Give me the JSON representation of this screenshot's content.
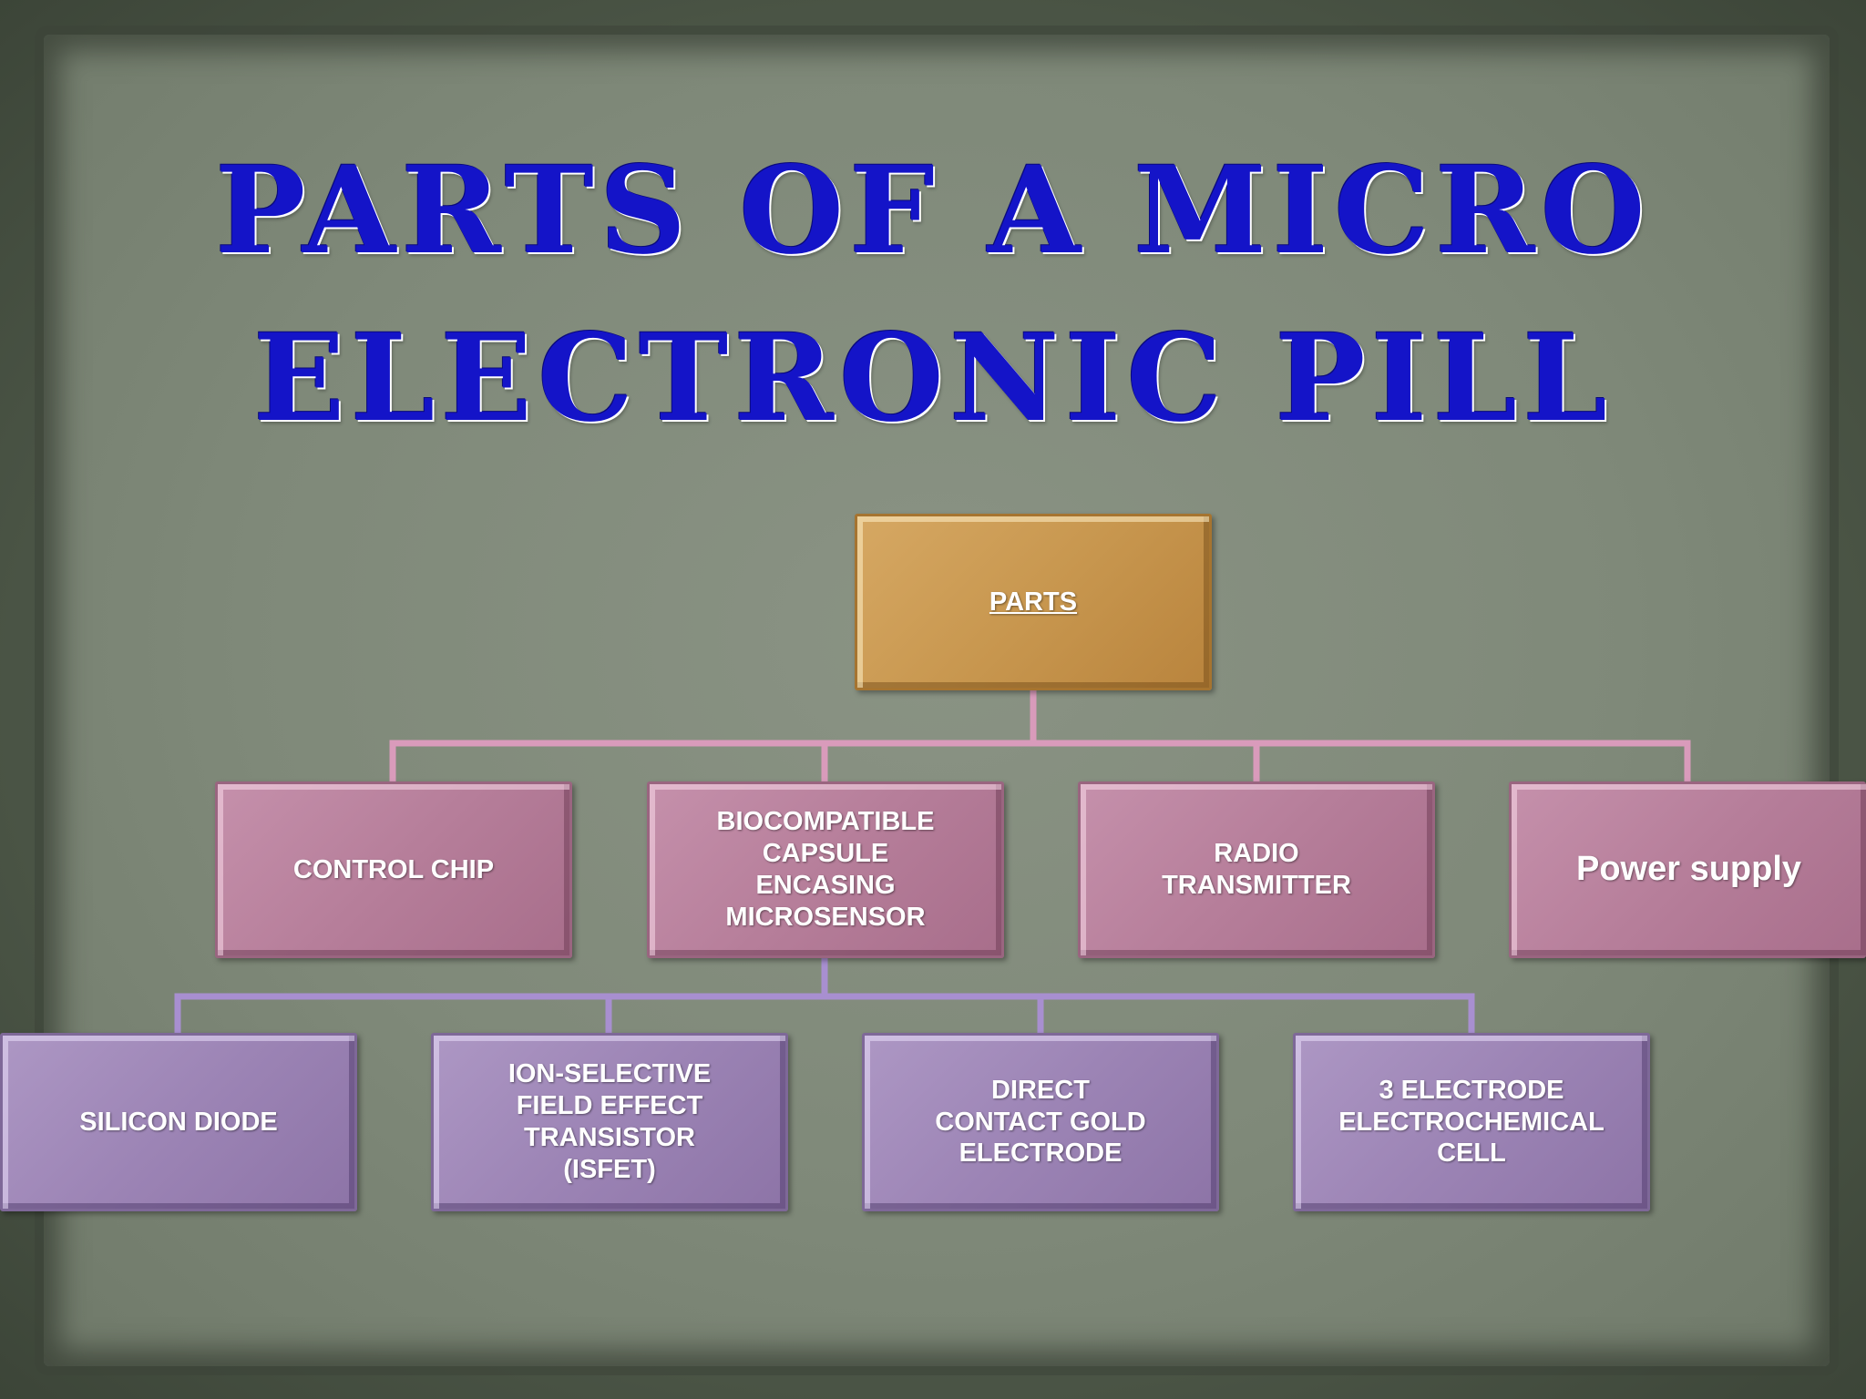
{
  "title": {
    "line1": "PARTS OF A MICRO",
    "line2": "ELECTRONIC PILL"
  },
  "diagram": {
    "root": "PARTS",
    "level1": [
      "CONTROL CHIP",
      "BIOCOMPATIBLE\nCAPSULE\nENCASING\nMICROSENSOR",
      "RADIO\nTRANSMITTER",
      "Power supply"
    ],
    "level2": [
      "SILICON DIODE",
      "ION-SELECTIVE\nFIELD EFFECT\nTRANSISTOR\n(ISFET)",
      "DIRECT\nCONTACT GOLD\nELECTRODE",
      "3 ELECTRODE\nELECTROCHEMICAL\nCELL"
    ]
  },
  "colors": {
    "title": "#1414c8",
    "root_box": "#c8974f",
    "level1_box": "#b67e9a",
    "level2_box": "#9c84b5",
    "level1_connector": "#d99bbb",
    "level2_connector": "#a88fd0"
  }
}
